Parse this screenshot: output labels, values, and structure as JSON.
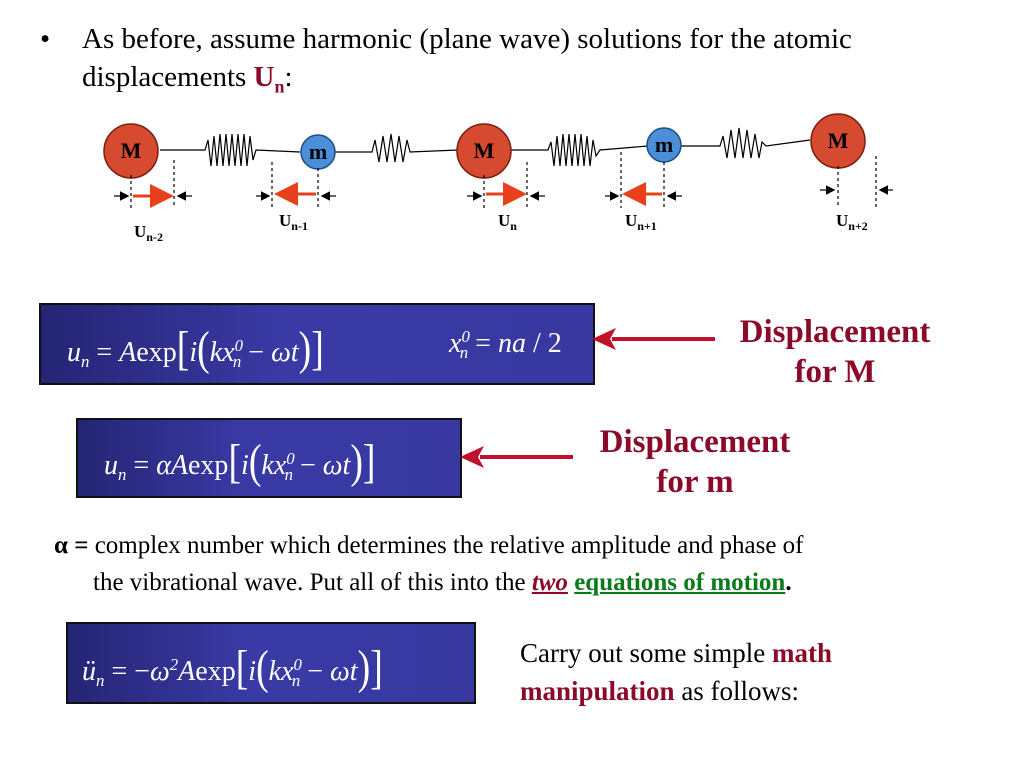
{
  "bullet": {
    "symbol": "•",
    "text": "As before, assume harmonic (plane wave) solutions for the atomic displacements",
    "var_main": "U",
    "var_sub": "n",
    "suffix": ":"
  },
  "chain": {
    "masses": [
      {
        "label": "M",
        "color": "#d64a2f"
      },
      {
        "label": "m",
        "color": "#4a8fd8"
      },
      {
        "label": "M",
        "color": "#d64a2f"
      },
      {
        "label": "m",
        "color": "#4a8fd8"
      },
      {
        "label": "M",
        "color": "#d64a2f"
      }
    ],
    "displacements": [
      {
        "main": "U",
        "sub": "n-2"
      },
      {
        "main": "U",
        "sub": "n-1"
      },
      {
        "main": "U",
        "sub": "n"
      },
      {
        "main": "U",
        "sub": "n+1"
      },
      {
        "main": "U",
        "sub": "n+2"
      }
    ],
    "arrow_color": "#e8401a"
  },
  "equations": {
    "big_mass": {
      "lhs": "u",
      "lhs_sub": "n",
      "rhs": "= A exp[i(kx⁰ₙ − ωt)]",
      "aux": "x⁰ₙ = na / 2"
    },
    "small_mass": {
      "lhs": "u",
      "lhs_sub": "n",
      "rhs": "= αA exp[i(kx⁰ₙ − ωt)]"
    },
    "accel": {
      "lhs": "ü",
      "lhs_sub": "n",
      "rhs": "= −ω² A exp[i(kx⁰ₙ − ωt)]"
    }
  },
  "labels": {
    "displacement_M_line1": "Displacement",
    "displacement_M_line2": "for M",
    "displacement_m_line1": "Displacement",
    "displacement_m_line2": "for m"
  },
  "alpha_note": {
    "symbol": "α =",
    "text1": "complex number which determines the relative amplitude and phase of",
    "text2": "the vibrational wave. Put all of this into the",
    "two": "two",
    "eqs": "equations of motion",
    "end": "."
  },
  "carry": {
    "text1": "Carry out some simple",
    "highlight1": "math",
    "highlight2": "manipulation",
    "text2": "as follows:"
  },
  "colors": {
    "maroon": "#8b0a2a",
    "green": "#0a7a1a",
    "box": "#3838a0",
    "arrow": "#c0102a"
  }
}
